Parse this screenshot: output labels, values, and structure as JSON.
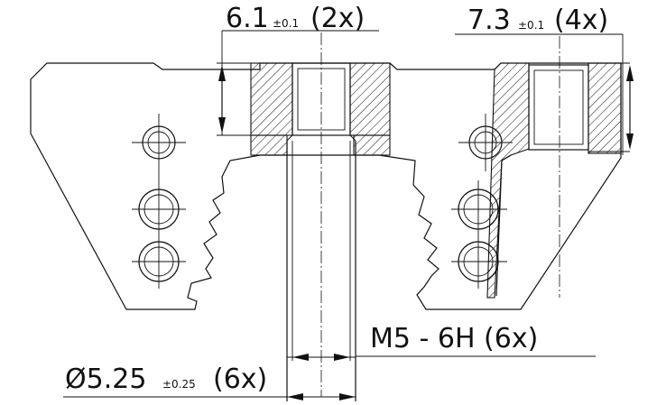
{
  "dimensions": {
    "counterbore_depth": {
      "value": "6.1",
      "tolerance": "±0.1",
      "count": "(2x)"
    },
    "thread_depth": {
      "value": "7.3",
      "tolerance": "±0.1",
      "count": "(4x)"
    },
    "thread_spec": {
      "text": "M5 - 6H (6x)"
    },
    "bore_diameter": {
      "value": "Ø5.25",
      "tolerance": "±0.25",
      "count": "(6x)"
    }
  },
  "colors": {
    "line": "#111111",
    "background": "#ffffff"
  }
}
